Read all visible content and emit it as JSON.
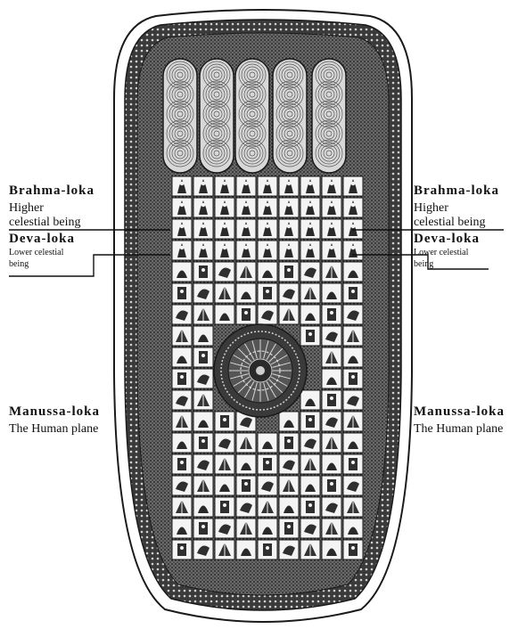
{
  "labels": {
    "left": {
      "brahma_title": "Brahma-loka",
      "brahma_line1": "Higher",
      "brahma_line2": "celestial being",
      "deva_title": "Deva-loka",
      "deva_line1": "Lower celestial",
      "deva_line2": "being",
      "manussa_title": "Manussa-loka",
      "manussa_line1": "The Human plane"
    },
    "right": {
      "brahma_title": "Brahma-loka",
      "brahma_line1": "Higher",
      "brahma_line2": "celestial being",
      "deva_title": "Deva-loka",
      "deva_line1": "Lower celestial",
      "deva_line2": "being",
      "manussa_title": "Manussa-loka",
      "manussa_line1": "The Human plane"
    }
  },
  "colors": {
    "ink": "#1a1a1a",
    "paper": "#ffffff",
    "toe_fill": "#d8d8d8"
  }
}
